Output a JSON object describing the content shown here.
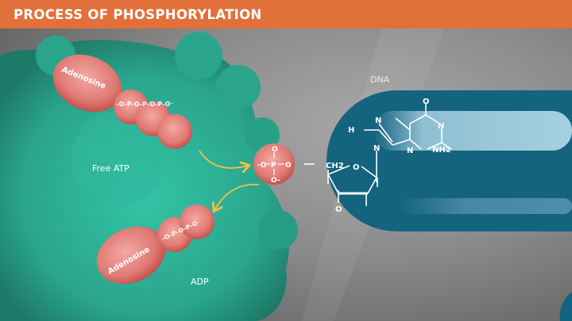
{
  "header": {
    "title": "PROCESS OF PHOSPHORYLATION"
  },
  "labels": {
    "free_atp": "Free ATP",
    "adp": "ADP",
    "dna": "DNA"
  },
  "molecules": {
    "atp": {
      "nucleoside": "Adenosine",
      "phosphate_count": 3
    },
    "adp": {
      "nucleoside": "Adenosine",
      "phosphate_count": 2
    },
    "free_phosphate": {
      "atoms": [
        "-O",
        "P",
        "O",
        "O",
        "O-"
      ]
    },
    "guanine": {
      "atoms": [
        "O",
        "N",
        "N",
        "N",
        "N",
        "H",
        "NH2",
        "N"
      ]
    },
    "sugar": {
      "atoms": [
        "CH2",
        "O",
        "O"
      ]
    }
  },
  "colors": {
    "header": "#e2703a",
    "protein": "#2ea890",
    "molecule": "#d9706c",
    "dna": "#14637f",
    "arrow": "#f0c04a",
    "background": "#7a7a7a"
  }
}
